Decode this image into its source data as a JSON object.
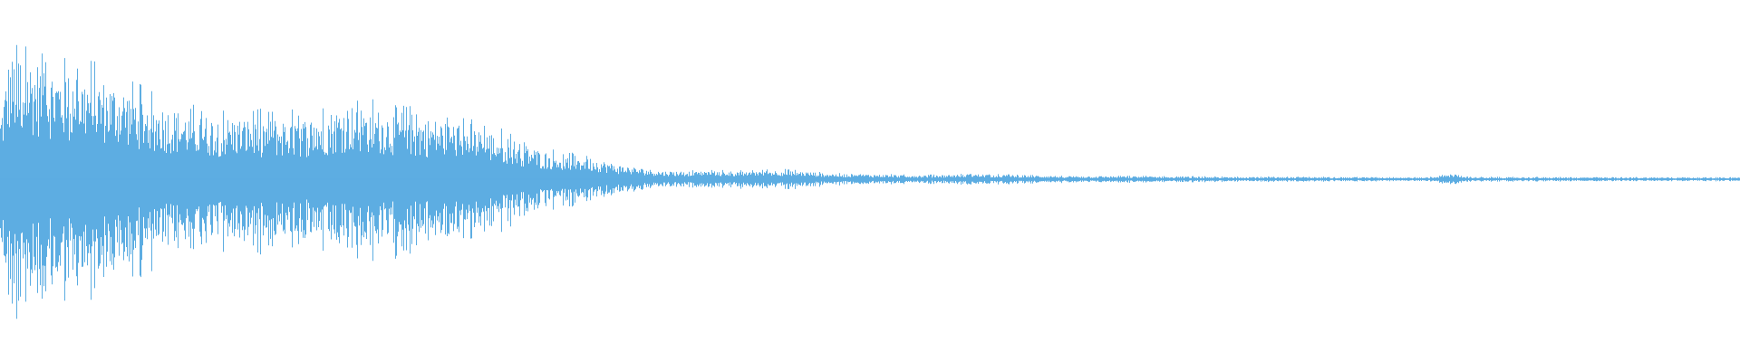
{
  "waveform": {
    "color": "#5dade2",
    "background": "#ffffff",
    "envelope": [
      {
        "t": 0.0,
        "amp": 0.36
      },
      {
        "t": 0.005,
        "amp": 0.68
      },
      {
        "t": 0.012,
        "amp": 0.7
      },
      {
        "t": 0.03,
        "amp": 0.62
      },
      {
        "t": 0.05,
        "amp": 0.58
      },
      {
        "t": 0.07,
        "amp": 0.52
      },
      {
        "t": 0.09,
        "amp": 0.42
      },
      {
        "t": 0.11,
        "amp": 0.36
      },
      {
        "t": 0.14,
        "amp": 0.34
      },
      {
        "t": 0.175,
        "amp": 0.34
      },
      {
        "t": 0.185,
        "amp": 0.36
      },
      {
        "t": 0.2,
        "amp": 0.42
      },
      {
        "t": 0.23,
        "amp": 0.36
      },
      {
        "t": 0.26,
        "amp": 0.32
      },
      {
        "t": 0.29,
        "amp": 0.24
      },
      {
        "t": 0.31,
        "amp": 0.16
      },
      {
        "t": 0.325,
        "amp": 0.13
      },
      {
        "t": 0.34,
        "amp": 0.12
      },
      {
        "t": 0.355,
        "amp": 0.08
      },
      {
        "t": 0.38,
        "amp": 0.045
      },
      {
        "t": 0.42,
        "amp": 0.045
      },
      {
        "t": 0.45,
        "amp": 0.05
      },
      {
        "t": 0.48,
        "amp": 0.03
      },
      {
        "t": 0.53,
        "amp": 0.022
      },
      {
        "t": 0.56,
        "amp": 0.028
      },
      {
        "t": 0.61,
        "amp": 0.018
      },
      {
        "t": 0.66,
        "amp": 0.016
      },
      {
        "t": 0.7,
        "amp": 0.014
      },
      {
        "t": 0.76,
        "amp": 0.012
      },
      {
        "t": 0.82,
        "amp": 0.01
      },
      {
        "t": 0.835,
        "amp": 0.03
      },
      {
        "t": 0.845,
        "amp": 0.012
      },
      {
        "t": 0.9,
        "amp": 0.011
      },
      {
        "t": 1.0,
        "amp": 0.01
      }
    ]
  }
}
